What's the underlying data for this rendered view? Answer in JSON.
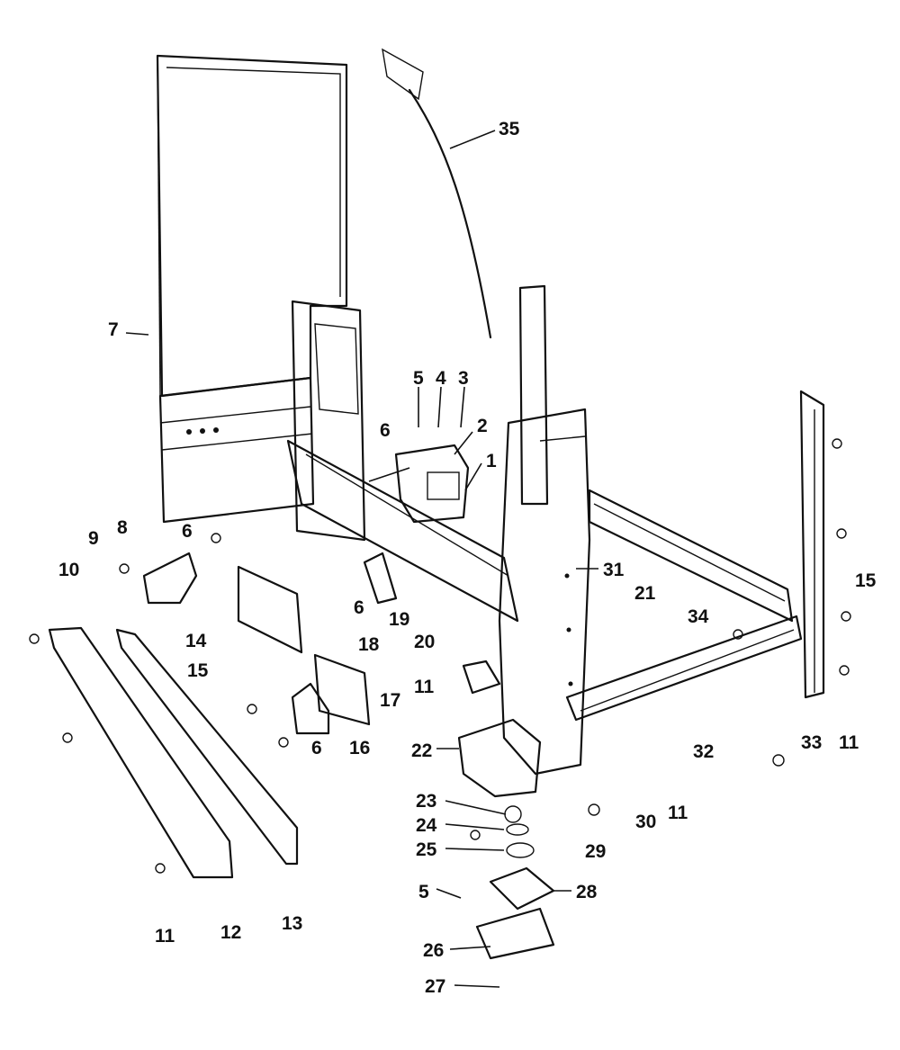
{
  "labels": [
    {
      "id": "1",
      "text": "1"
    },
    {
      "id": "2",
      "text": "2"
    },
    {
      "id": "3",
      "text": "3"
    },
    {
      "id": "4",
      "text": "4"
    },
    {
      "id": "5a",
      "text": "5"
    },
    {
      "id": "5b",
      "text": "5"
    },
    {
      "id": "6a",
      "text": "6"
    },
    {
      "id": "6b",
      "text": "6"
    },
    {
      "id": "6c",
      "text": "6"
    },
    {
      "id": "6d",
      "text": "6"
    },
    {
      "id": "7",
      "text": "7"
    },
    {
      "id": "8",
      "text": "8"
    },
    {
      "id": "9",
      "text": "9"
    },
    {
      "id": "10",
      "text": "10"
    },
    {
      "id": "11a",
      "text": "11"
    },
    {
      "id": "11b",
      "text": "11"
    },
    {
      "id": "11c",
      "text": "11"
    },
    {
      "id": "11d",
      "text": "11"
    },
    {
      "id": "12",
      "text": "12"
    },
    {
      "id": "13",
      "text": "13"
    },
    {
      "id": "14",
      "text": "14"
    },
    {
      "id": "15a",
      "text": "15"
    },
    {
      "id": "15b",
      "text": "15"
    },
    {
      "id": "16",
      "text": "16"
    },
    {
      "id": "17",
      "text": "17"
    },
    {
      "id": "18",
      "text": "18"
    },
    {
      "id": "19",
      "text": "19"
    },
    {
      "id": "20",
      "text": "20"
    },
    {
      "id": "21",
      "text": "21"
    },
    {
      "id": "22",
      "text": "22"
    },
    {
      "id": "23",
      "text": "23"
    },
    {
      "id": "24",
      "text": "24"
    },
    {
      "id": "25",
      "text": "25"
    },
    {
      "id": "26",
      "text": "26"
    },
    {
      "id": "27",
      "text": "27"
    },
    {
      "id": "28",
      "text": "28"
    },
    {
      "id": "29",
      "text": "29"
    },
    {
      "id": "30",
      "text": "30"
    },
    {
      "id": "31",
      "text": "31"
    },
    {
      "id": "32",
      "text": "32"
    },
    {
      "id": "33",
      "text": "33"
    },
    {
      "id": "34",
      "text": "34"
    },
    {
      "id": "35",
      "text": "35"
    }
  ]
}
